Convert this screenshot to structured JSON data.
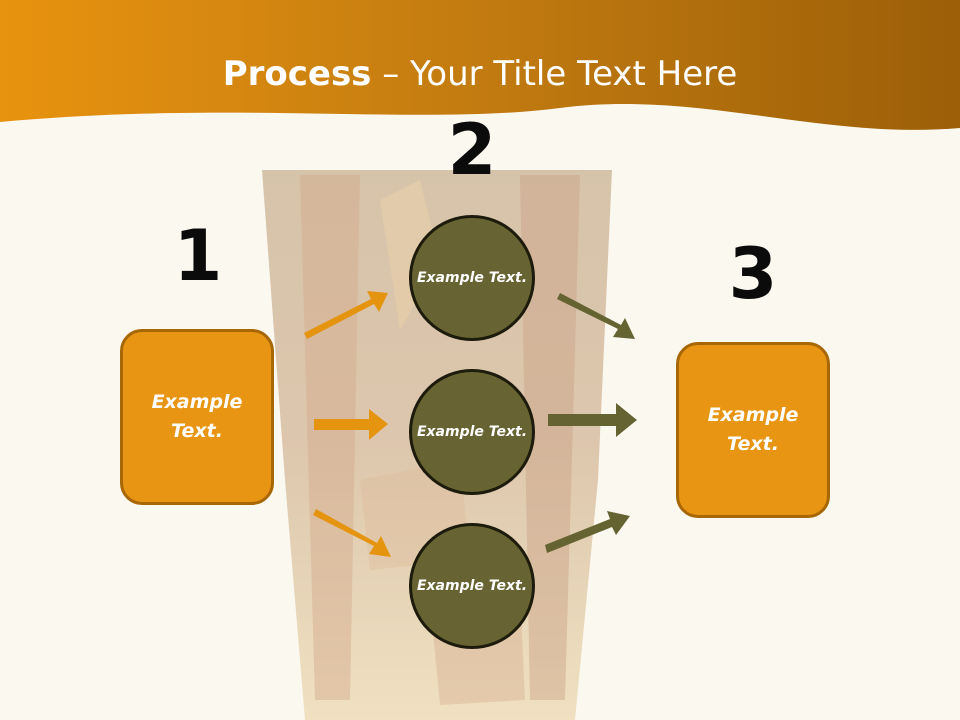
{
  "title": {
    "bold": "Process",
    "rest": " – Your Title Text Here"
  },
  "colors": {
    "banner": "#c77f0f",
    "orange_box": "#e79512",
    "circle": "#676332",
    "orange_arrow": "#e5940f",
    "olive_arrow": "#656331"
  },
  "steps": {
    "one": {
      "number": "1",
      "text": "Example Text."
    },
    "two": {
      "number": "2",
      "items": [
        {
          "text": "Example Text."
        },
        {
          "text": "Example Text."
        },
        {
          "text": "Example Text."
        }
      ]
    },
    "three": {
      "number": "3",
      "text": "Example Text."
    }
  }
}
